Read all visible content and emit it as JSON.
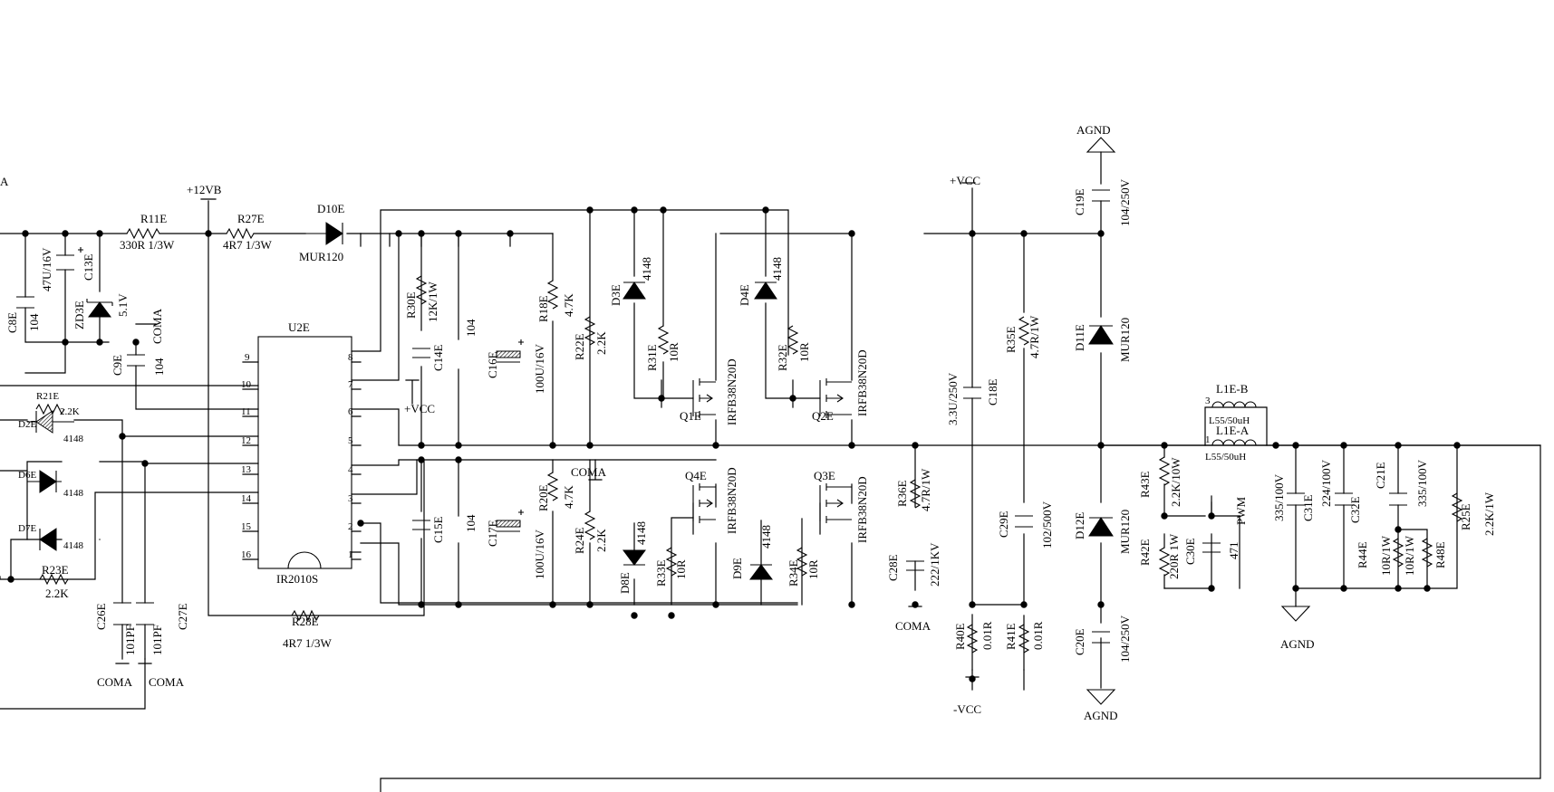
{
  "rails": {
    "vcc_top": "+VCC",
    "vcc_driver": "+VCC",
    "vcc_bottom": "-VCC",
    "v12": "+12VB",
    "agnd_top": "AGND",
    "agnd_bottom": "AGND",
    "agnd_filter": "AGND",
    "coma_c9": "COMA",
    "coma_low": "COMA",
    "coma_c28": "COMA",
    "coma_c26": "COMA",
    "coma_c27": "COMA",
    "pwm": "PWM",
    "edge_a": "A"
  },
  "ic": {
    "ref": "U2E",
    "part": "IR2010S",
    "pins_left": [
      "9",
      "10",
      "11",
      "12",
      "13",
      "14",
      "15",
      "16"
    ],
    "pins_right": [
      "8",
      "7",
      "6",
      "5",
      "4",
      "3",
      "2",
      "1"
    ]
  },
  "parts": {
    "R11E": {
      "ref": "R11E",
      "value": "330R 1/3W"
    },
    "R27E": {
      "ref": "R27E",
      "value": "4R7 1/3W"
    },
    "D10E": {
      "ref": "D10E",
      "value": "MUR120"
    },
    "R28E": {
      "ref": "R28E",
      "value": "4R7 1/3W"
    },
    "C8E": {
      "ref": "C8E",
      "value": "104"
    },
    "C13E": {
      "ref": "C13E",
      "value": "47U/16V"
    },
    "ZD3E": {
      "ref": "ZD3E",
      "value": "5.1V"
    },
    "C9E": {
      "ref": "C9E",
      "value": "104"
    },
    "R21E": {
      "ref": "R21E",
      "value": "2.2K"
    },
    "D2E": {
      "ref": "D2E",
      "value": "4148"
    },
    "D6E": {
      "ref": "D6E",
      "value": "4148"
    },
    "D7E": {
      "ref": "D7E",
      "value": "4148"
    },
    "R23E": {
      "ref": "R23E",
      "value": "2.2K"
    },
    "C26E": {
      "ref": "C26E",
      "value": "101PF"
    },
    "C27E": {
      "ref": "C27E",
      "value": "101PF"
    },
    "R30E": {
      "ref": "R30E",
      "value": "12K/1W"
    },
    "C14E": {
      "ref": "C14E",
      "value": "104"
    },
    "C16E": {
      "ref": "C16E",
      "value": "100U/16V"
    },
    "R18E": {
      "ref": "R18E",
      "value": "4.7K"
    },
    "C15E": {
      "ref": "C15E",
      "value": "104"
    },
    "C17E": {
      "ref": "C17E",
      "value": "100U/16V"
    },
    "R20E": {
      "ref": "R20E",
      "value": "4.7K"
    },
    "R22E": {
      "ref": "R22E",
      "value": "2.2K"
    },
    "D3E": {
      "ref": "D3E",
      "value": "4148"
    },
    "R31E": {
      "ref": "R31E",
      "value": "10R"
    },
    "Q1E": {
      "ref": "Q1E",
      "value": "IRFB38N20D"
    },
    "D4E": {
      "ref": "D4E",
      "value": "4148"
    },
    "R32E": {
      "ref": "R32E",
      "value": "10R"
    },
    "Q2E": {
      "ref": "Q2E",
      "value": "IRFB38N20D"
    },
    "R24E": {
      "ref": "R24E",
      "value": "2.2K"
    },
    "D8E": {
      "ref": "D8E",
      "value": "4148"
    },
    "R33E": {
      "ref": "R33E",
      "value": "10R"
    },
    "Q4E": {
      "ref": "Q4E",
      "value": "IRFB38N20D"
    },
    "D9E": {
      "ref": "D9E",
      "value": "4148"
    },
    "R34E": {
      "ref": "R34E",
      "value": "10R"
    },
    "Q3E": {
      "ref": "Q3E",
      "value": "IRFB38N20D"
    },
    "R36E": {
      "ref": "R36E",
      "value": "4.7R/1W"
    },
    "C28E": {
      "ref": "C28E",
      "value": "222/1KV"
    },
    "C18E": {
      "ref": "C18E",
      "value": "3.3U/250V"
    },
    "R35E": {
      "ref": "R35E",
      "value": "4.7R/1W"
    },
    "C29E": {
      "ref": "C29E",
      "value": "102/500V"
    },
    "R40E": {
      "ref": "R40E",
      "value": "0.01R"
    },
    "R41E": {
      "ref": "R41E",
      "value": "0.01R"
    },
    "C19E": {
      "ref": "C19E",
      "value": "104/250V"
    },
    "D11E": {
      "ref": "D11E",
      "value": "MUR120"
    },
    "D12E": {
      "ref": "D12E",
      "value": "MUR120"
    },
    "C20E": {
      "ref": "C20E",
      "value": "104/250V"
    },
    "L1EB": {
      "ref": "L1E-B",
      "value": "L55/50uH",
      "pin": "3"
    },
    "L1EA": {
      "ref": "L1E-A",
      "value": "L55/50uH",
      "pin": "1"
    },
    "R43E": {
      "ref": "R43E",
      "value": "2.2K/10W"
    },
    "R42E": {
      "ref": "R42E",
      "value": "220R 1W"
    },
    "C30E": {
      "ref": "C30E",
      "value": "471"
    },
    "C31E": {
      "ref": "C31E",
      "value": "335/100V"
    },
    "C32E": {
      "ref": "C32E",
      "value": "224/100V"
    },
    "C21E": {
      "ref": "C21E",
      "value": "335/100V"
    },
    "R44E": {
      "ref": "R44E",
      "value": "10R/1W"
    },
    "R48E": {
      "ref": "R48E",
      "value": "10R/1W"
    },
    "R25E": {
      "ref": "R25E",
      "value": "2.2K/1W"
    }
  }
}
